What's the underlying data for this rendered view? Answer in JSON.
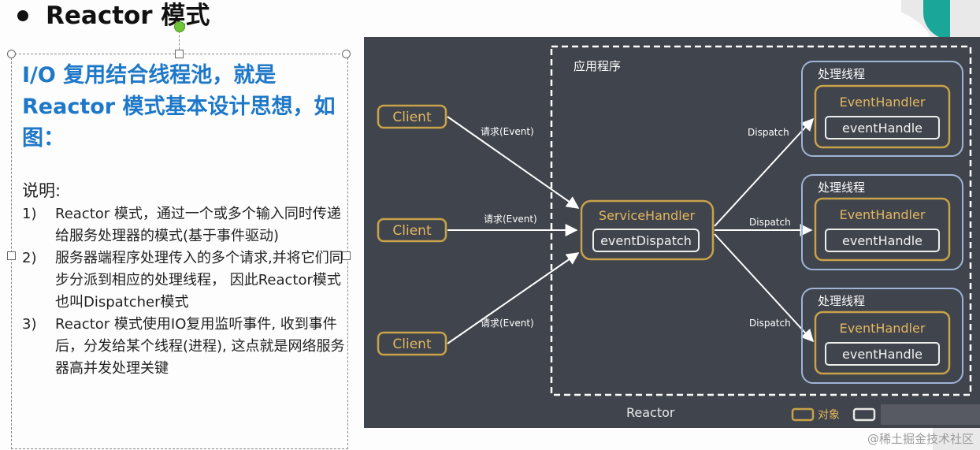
{
  "slide": {
    "title": "Reactor 模式",
    "headline": "I/O 复用结合线程池，就是 Reactor 模式基本设计思想，如图：",
    "description_label": "说明:",
    "items": [
      {
        "num": "1)",
        "text": "Reactor 模式，通过一个或多个输入同时传递给服务处理器的模式(基于事件驱动)"
      },
      {
        "num": "2)",
        "text": "服务器端程序处理传入的多个请求,并将它们同步分派到相应的处理线程， 因此Reactor模式也叫Dispatcher模式"
      },
      {
        "num": "3)",
        "text": "Reactor 模式使用IO复用监听事件, 收到事件后，分发给某个线程(进程), 这点就是网络服务器高并发处理关键"
      }
    ]
  },
  "diagram": {
    "app_label": "应用程序",
    "reactor_label": "Reactor",
    "clients": [
      "Client",
      "Client",
      "Client"
    ],
    "request_label": "请求(Event)",
    "service_handler": "ServiceHandler",
    "event_dispatch": "eventDispatch",
    "dispatch_label": "Dispatch",
    "threads": [
      {
        "label": "处理线程",
        "handler": "EventHandler",
        "method": "eventHandle"
      },
      {
        "label": "处理线程",
        "handler": "EventHandler",
        "method": "eventHandle"
      },
      {
        "label": "处理线程",
        "handler": "EventHandler",
        "method": "eventHandle"
      }
    ],
    "legend": [
      {
        "label": "对象",
        "color": "#c9a24a"
      },
      {
        "label": "",
        "color": "#e8e8e8"
      }
    ],
    "colors": {
      "background": "#40444c",
      "object": "#c9a24a",
      "object_text": "#e3b760",
      "method": "#eeeeee",
      "thread": "#9fb4d6",
      "arrow": "#ffffff"
    }
  },
  "watermark": "@稀土掘金技术社区"
}
